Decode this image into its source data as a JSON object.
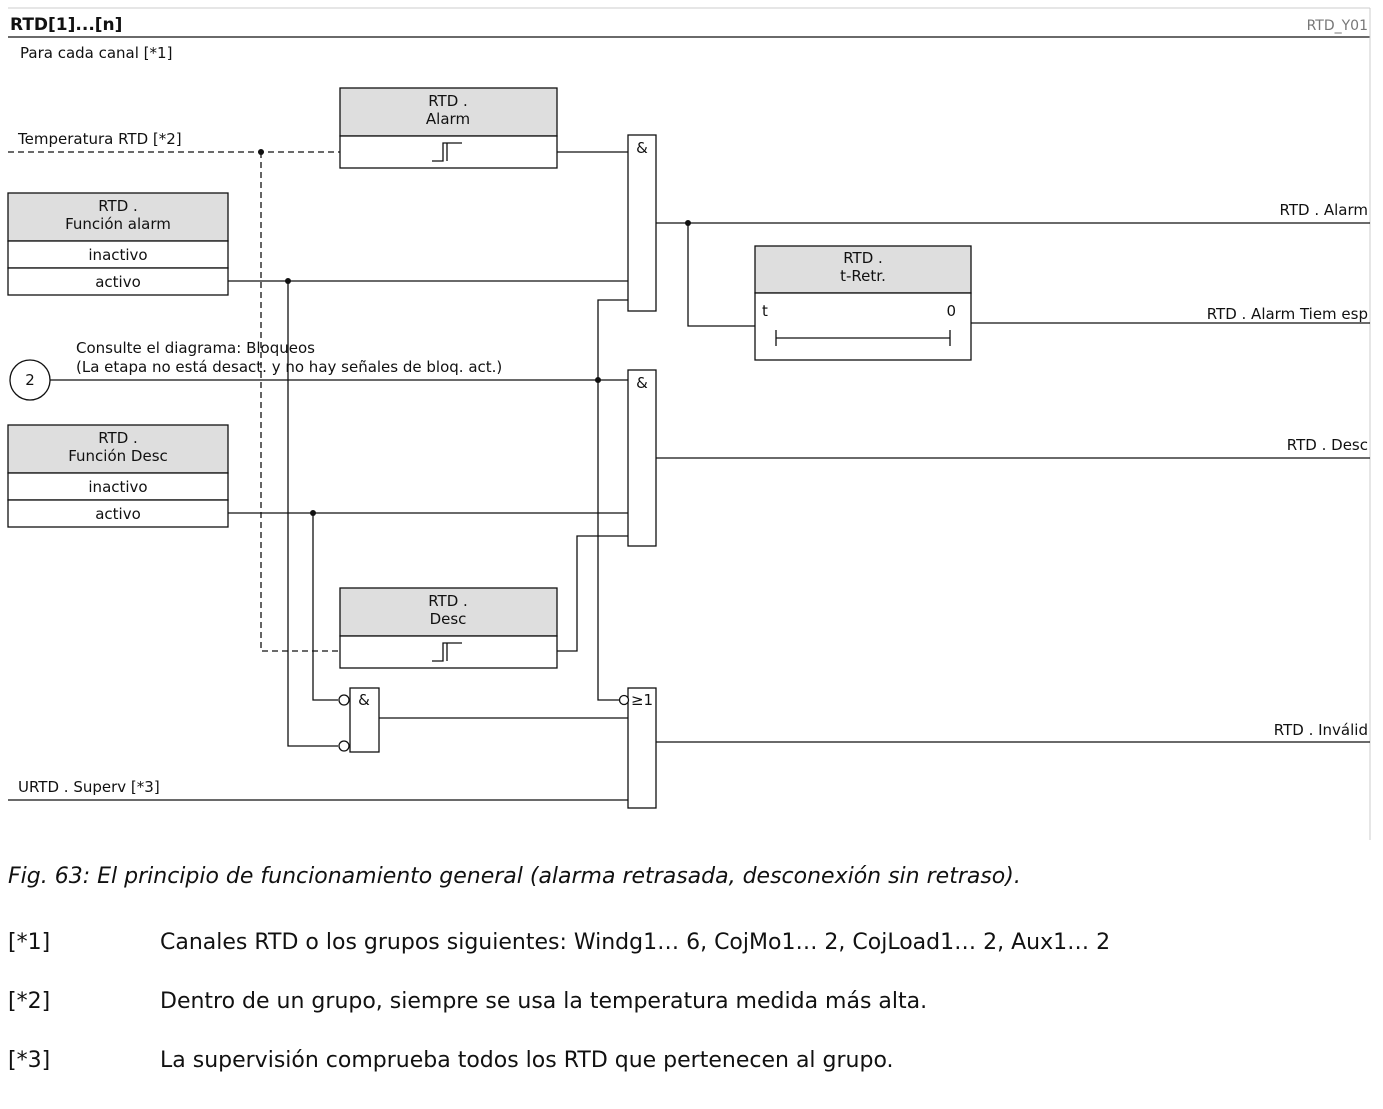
{
  "header": {
    "title": "RTD[1]...[n]",
    "ref": "RTD_Y01"
  },
  "scope_label": "Para cada canal [*1]",
  "inputs": {
    "temperature": "Temperatura RTD [*2]",
    "blocking_number": "2",
    "blocking_line1": "Consulte el diagrama: Bloqueos",
    "blocking_line2": "(La etapa no está desact. y no hay señales de bloq. act.)",
    "supervision": "URTD . Superv [*3]"
  },
  "blocks": {
    "alarm_threshold": {
      "line1": "RTD .",
      "line2": "Alarm"
    },
    "alarm_function": {
      "line1": "RTD .",
      "line2": "Función alarm",
      "opt1": "inactivo",
      "opt2": "activo"
    },
    "trip_function": {
      "line1": "RTD .",
      "line2": "Función Desc",
      "opt1": "inactivo",
      "opt2": "activo"
    },
    "trip_threshold": {
      "line1": "RTD .",
      "line2": "Desc"
    },
    "delay": {
      "line1": "RTD .",
      "line2": "t-Retr.",
      "t_label": "t",
      "zero_label": "0"
    }
  },
  "gates": {
    "and": "&",
    "or": "≥1"
  },
  "outputs": {
    "alarm": "RTD . Alarm",
    "alarm_delayed": "RTD . Alarm Tiem esp",
    "trip": "RTD . Desc",
    "invalid": "RTD . Inválid"
  },
  "caption": "Fig. 63: El principio de funcionamiento general (alarma retrasada, desconexión sin retraso).",
  "notes": [
    {
      "key": "[*1]",
      "text": "Canales RTD o los grupos siguientes: Windg1… 6, CojMo1… 2, CojLoad1… 2, Aux1… 2"
    },
    {
      "key": "[*2]",
      "text": "Dentro de un grupo, siempre se usa la temperatura medida más alta."
    },
    {
      "key": "[*3]",
      "text": "La supervisión comprueba todos los RTD que pertenecen al grupo."
    }
  ]
}
